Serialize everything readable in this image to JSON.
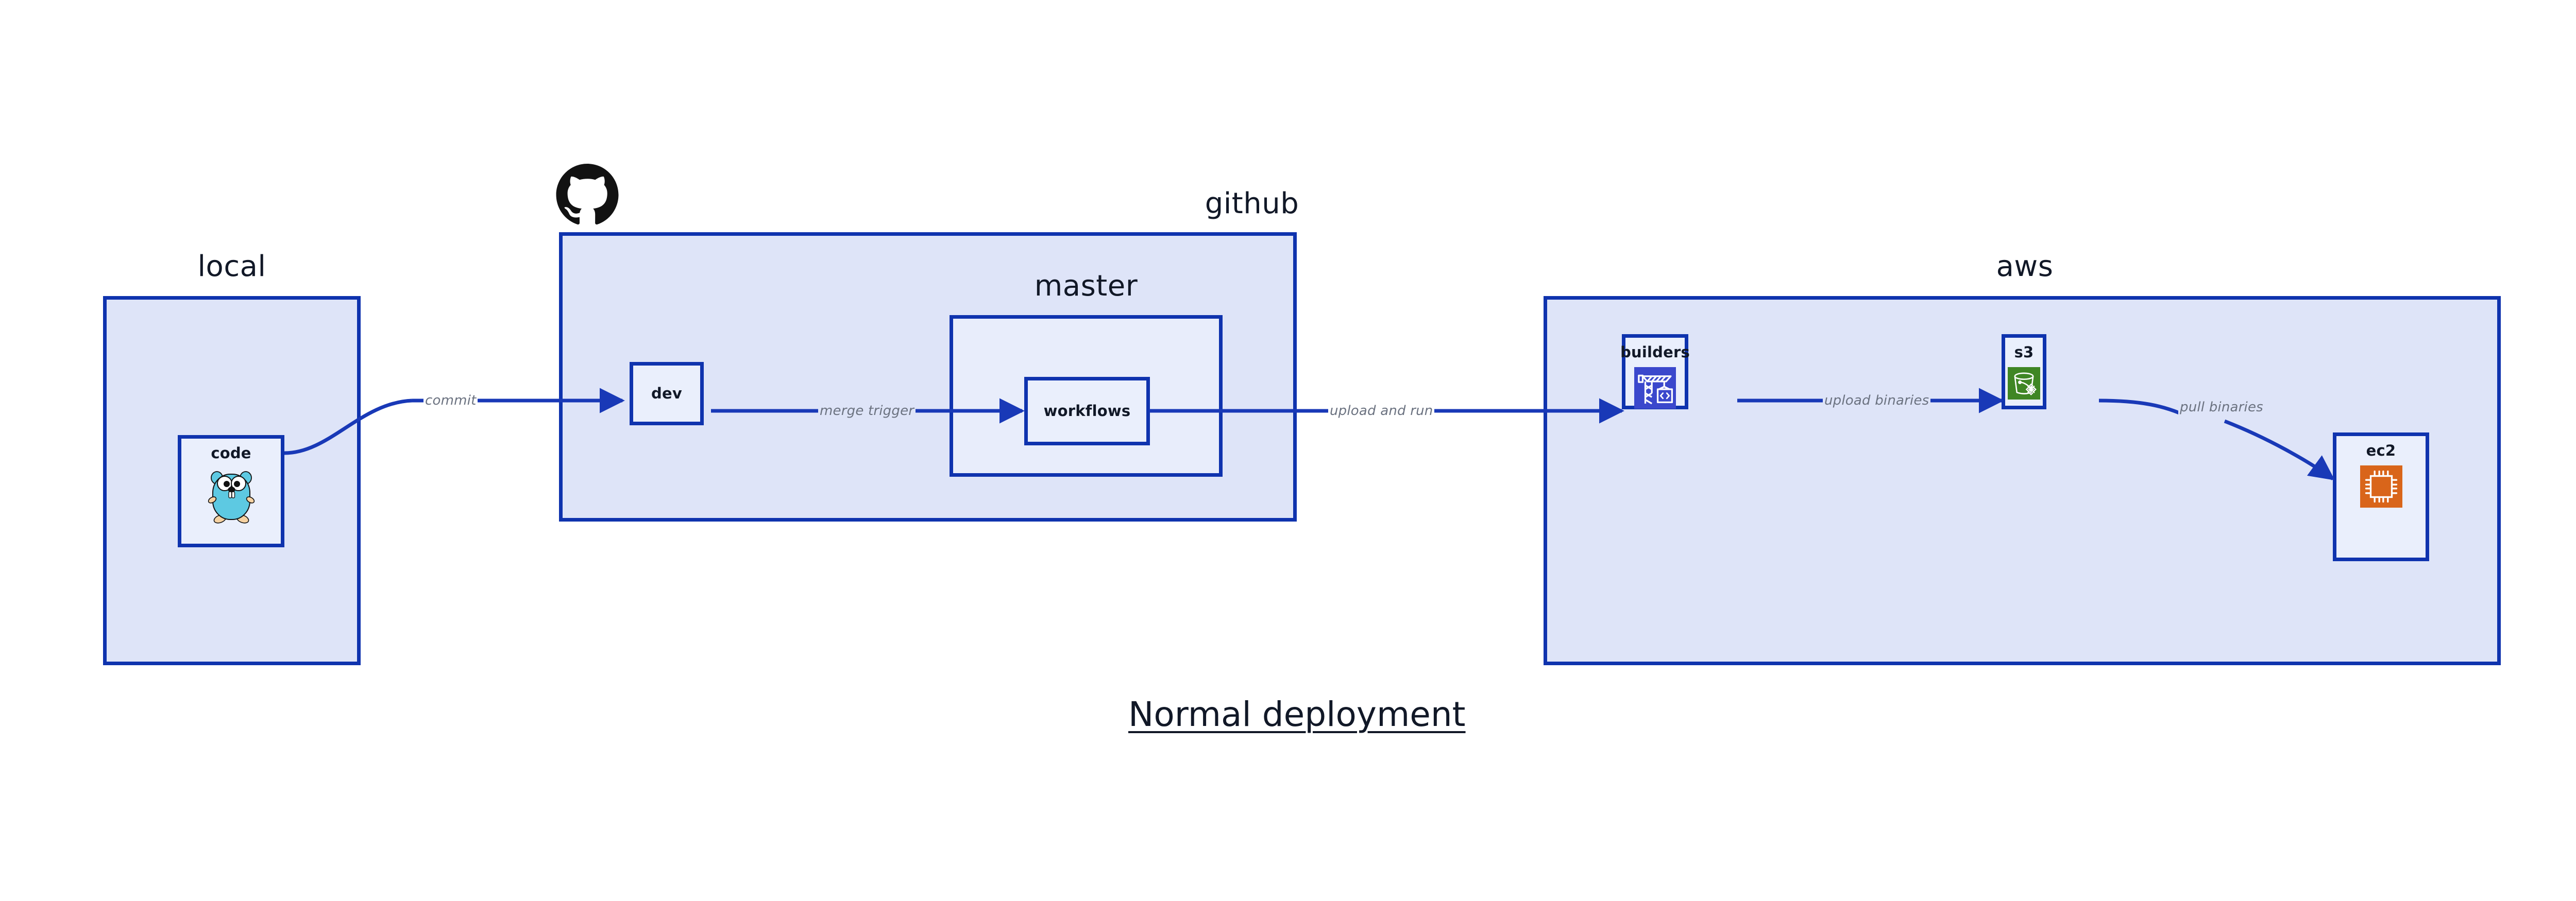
{
  "diagram": {
    "caption": "Normal deployment",
    "groups": [
      {
        "id": "local",
        "label": "local"
      },
      {
        "id": "github",
        "label": "github"
      },
      {
        "id": "master",
        "label": "master"
      },
      {
        "id": "aws",
        "label": "aws"
      }
    ],
    "nodes": [
      {
        "id": "code",
        "label": "code",
        "icon": "go-gopher-icon"
      },
      {
        "id": "dev",
        "label": "dev",
        "icon": null
      },
      {
        "id": "workflows",
        "label": "workflows",
        "icon": null
      },
      {
        "id": "builders",
        "label": "builders",
        "icon": "aws-crane-builder-icon"
      },
      {
        "id": "s3",
        "label": "s3",
        "icon": "aws-s3-bucket-icon"
      },
      {
        "id": "ec2",
        "label": "ec2",
        "icon": "aws-ec2-chip-icon"
      }
    ],
    "edges": [
      {
        "id": "commit",
        "label": "commit",
        "from": "code",
        "to": "dev"
      },
      {
        "id": "merge-trigger",
        "label": "merge trigger",
        "from": "dev",
        "to": "workflows"
      },
      {
        "id": "upload-run",
        "label": "upload and run",
        "from": "workflows",
        "to": "builders"
      },
      {
        "id": "upload-bin",
        "label": "upload binaries",
        "from": "builders",
        "to": "s3"
      },
      {
        "id": "pull-bin",
        "label": "pull binaries",
        "from": "s3",
        "to": "ec2"
      }
    ],
    "brand_icons": [
      {
        "id": "github-logo",
        "name": "github-octocat-icon"
      }
    ],
    "colors": {
      "group_fill": "#dee4f8",
      "subgroup_fill": "#e8edfb",
      "node_fill": "#eaeffc",
      "stroke": "#0f33ae",
      "edge": "#1939b7",
      "text": "#111827",
      "edge_label_text": "#6b7280",
      "aws_builders": "#3b48cc",
      "aws_s3": "#3f8624",
      "aws_ec2": "#d9651a",
      "go_gopher": "#5dc9e2",
      "github_logo": "#121212",
      "page_background": "#ffffff"
    }
  }
}
